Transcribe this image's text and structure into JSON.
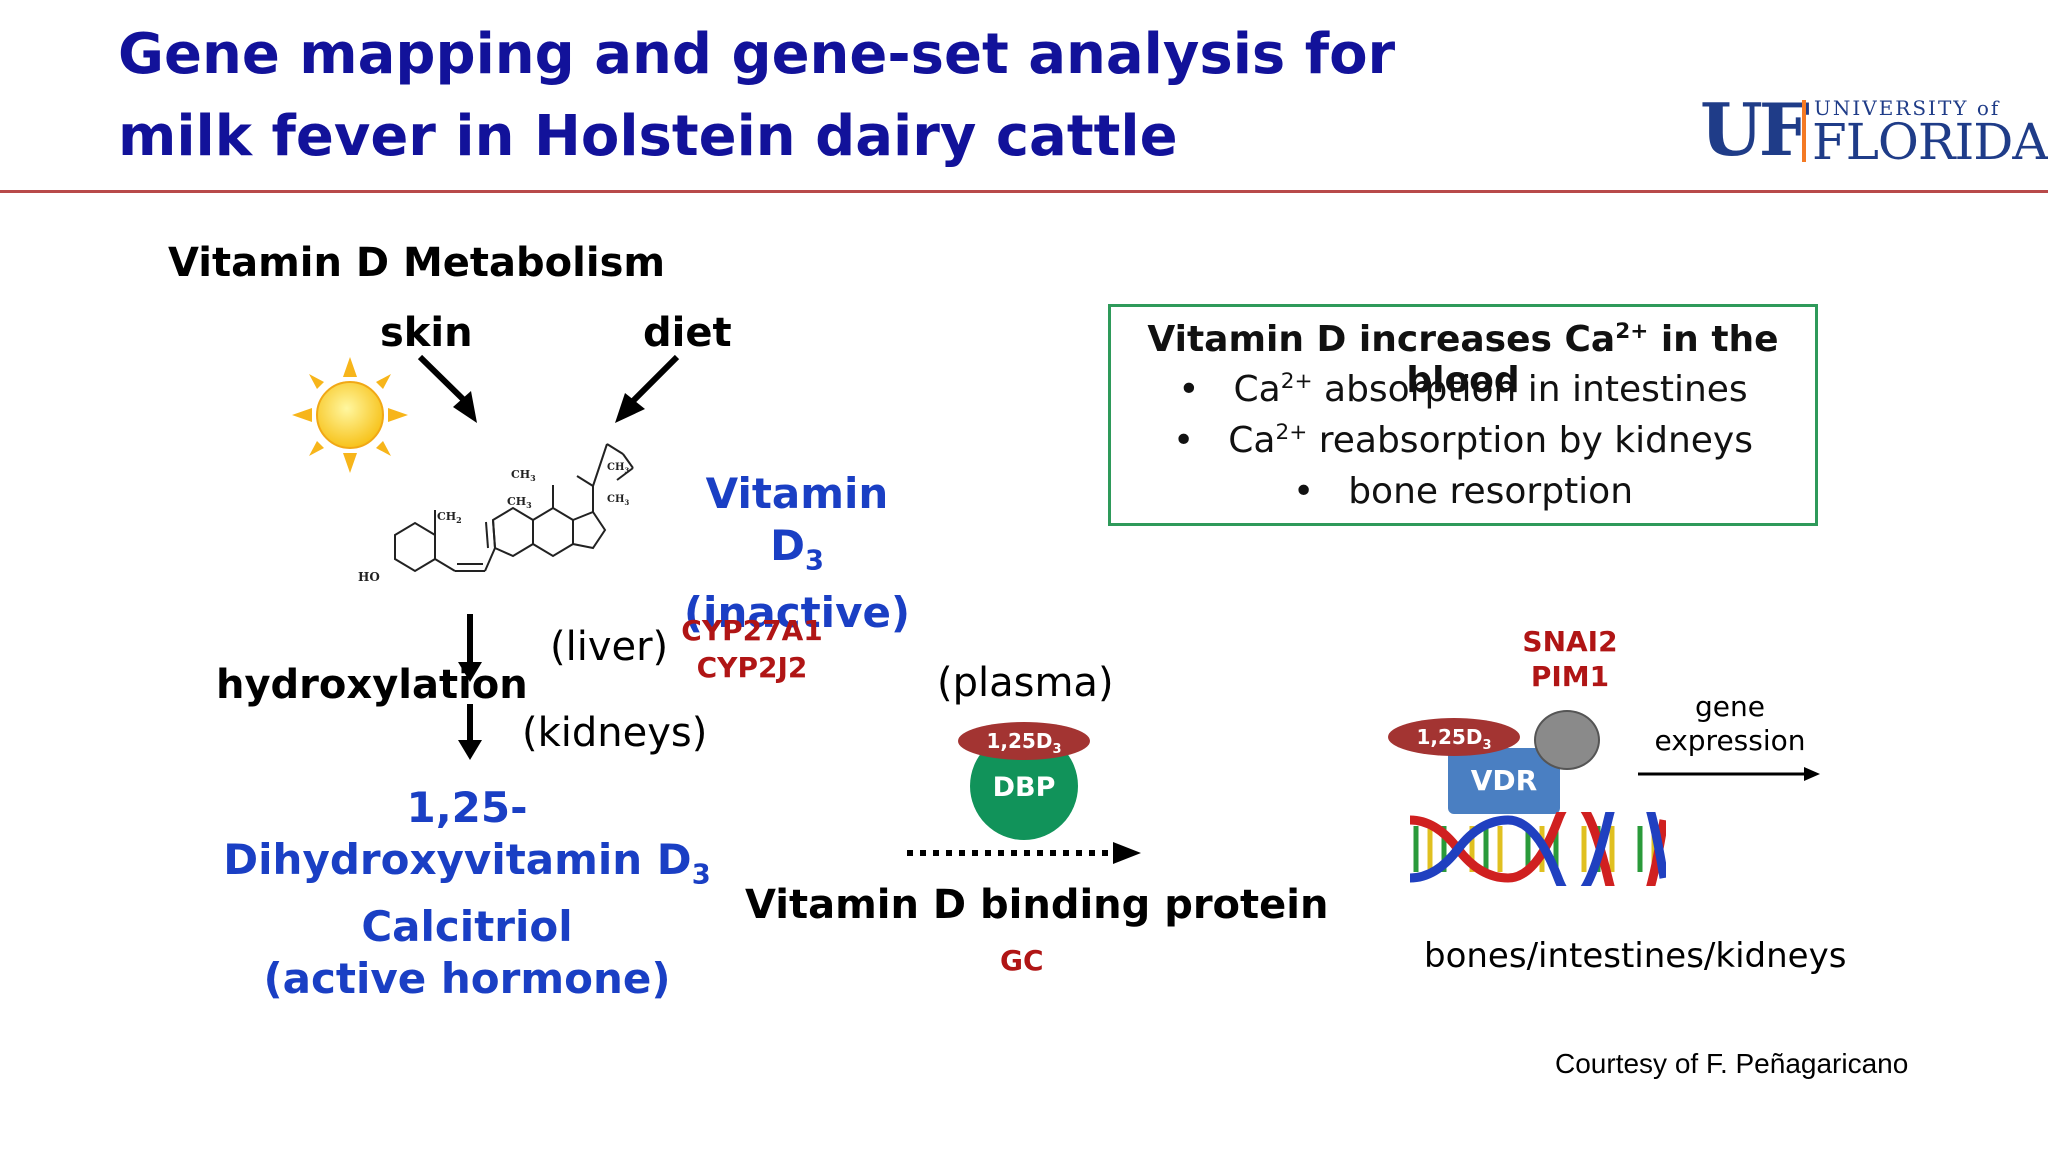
{
  "title": {
    "line1": "Gene mapping and gene-set analysis for",
    "line2": "milk fever in Holstein dairy cattle"
  },
  "logo": {
    "uf": "UF",
    "university_of": "UNIVERSITY of",
    "florida": "FLORIDA"
  },
  "diagram": {
    "heading": "Vitamin D Metabolism",
    "skin": "skin",
    "diet": "diet",
    "vitd3": "Vitamin D",
    "vitd3_sub": "3",
    "inactive": "(inactive)",
    "hydroxylation": "hydroxylation",
    "liver": "(liver)",
    "kidneys": "(kidneys)",
    "genes_liver": [
      "CYP27A1",
      "CYP2J2"
    ],
    "product": {
      "line1": "1,25-",
      "line2": "Dihydroxyvitamin D",
      "line2_sub": "3",
      "line3": "Calcitriol",
      "line4": "(active hormone)"
    },
    "plasma": "(plasma)",
    "pill_label": "1,25D",
    "pill_sub": "3",
    "dbp": "DBP",
    "binding_protein": "Vitamin D binding protein",
    "gc": "GC",
    "genes_target": [
      "SNAI2",
      "PIM1"
    ],
    "vdr": "VDR",
    "gene_expression": [
      "gene",
      "expression"
    ],
    "tissues": "bones/intestines/kidneys",
    "molecule_labels": {
      "ho": "HO",
      "ch2": "CH",
      "ch2_sub": "2",
      "ch3": "CH",
      "ch3_sub": "3"
    }
  },
  "box": {
    "title_pre": "Vitamin D increases Ca",
    "title_sup": "2+",
    "title_post": " in the blood",
    "bullets": [
      {
        "pre": "Ca",
        "sup": "2+",
        "post": " absorption in intestines"
      },
      {
        "pre": "Ca",
        "sup": "2+",
        "post": " reabsorption by kidneys"
      },
      {
        "pre": "",
        "sup": "",
        "post": "bone resorption"
      }
    ]
  },
  "credit": "Courtesy of F. Peñagaricano",
  "colors": {
    "title": "#12129a",
    "accent_blue": "#1a3fc4",
    "gene_red": "#b01515",
    "box_border": "#2e9a5a",
    "dbp_green": "#11935a",
    "vdr_blue": "#4a7fc2"
  },
  "icons": [
    "sun-icon",
    "skin-arrow-icon",
    "diet-arrow-icon",
    "molecule-icon",
    "dna-helix-icon"
  ]
}
